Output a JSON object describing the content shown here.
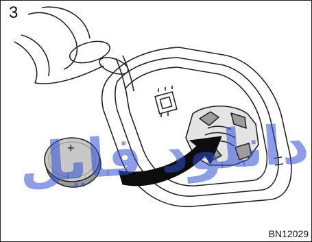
{
  "figure": {
    "step_number": "3",
    "figure_code": "BN12029",
    "battery_mark": "+",
    "watermark_text": "دانلود فایل",
    "colors": {
      "ink": "#222222",
      "battery_fill": "#c8c8c8",
      "battery_shadow": "#9a9a9a",
      "arrow_fill": "#0d0d0d",
      "watermark": "#2f4fd0"
    },
    "icon_names": [
      "key-ring-icon",
      "battery-icon",
      "key-fob-icon",
      "insert-arrow-icon"
    ]
  }
}
